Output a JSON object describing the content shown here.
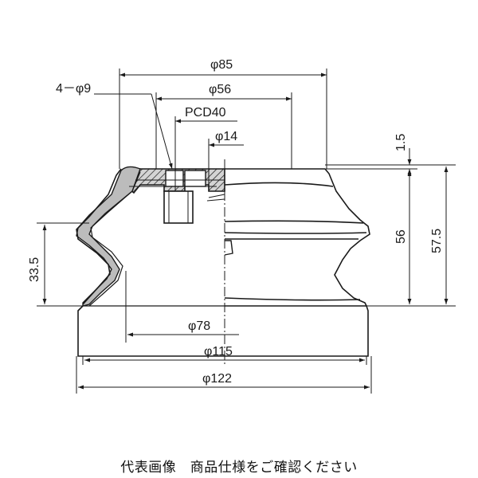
{
  "drawing": {
    "dimensions": {
      "d85": "φ85",
      "d56": "φ56",
      "pcd40": "PCD40",
      "d14": "φ14",
      "holes": "4－φ9",
      "t15": "1.5",
      "h56": "56",
      "h575": "57.5",
      "h335": "33.5",
      "d78": "φ78",
      "d115": "φ115",
      "d122": "φ122"
    },
    "colors": {
      "line": "#1a1a1a",
      "rubber_fill": "#bcbcbc",
      "background": "#ffffff"
    }
  },
  "caption": "代表画像　商品仕様をご確認ください"
}
